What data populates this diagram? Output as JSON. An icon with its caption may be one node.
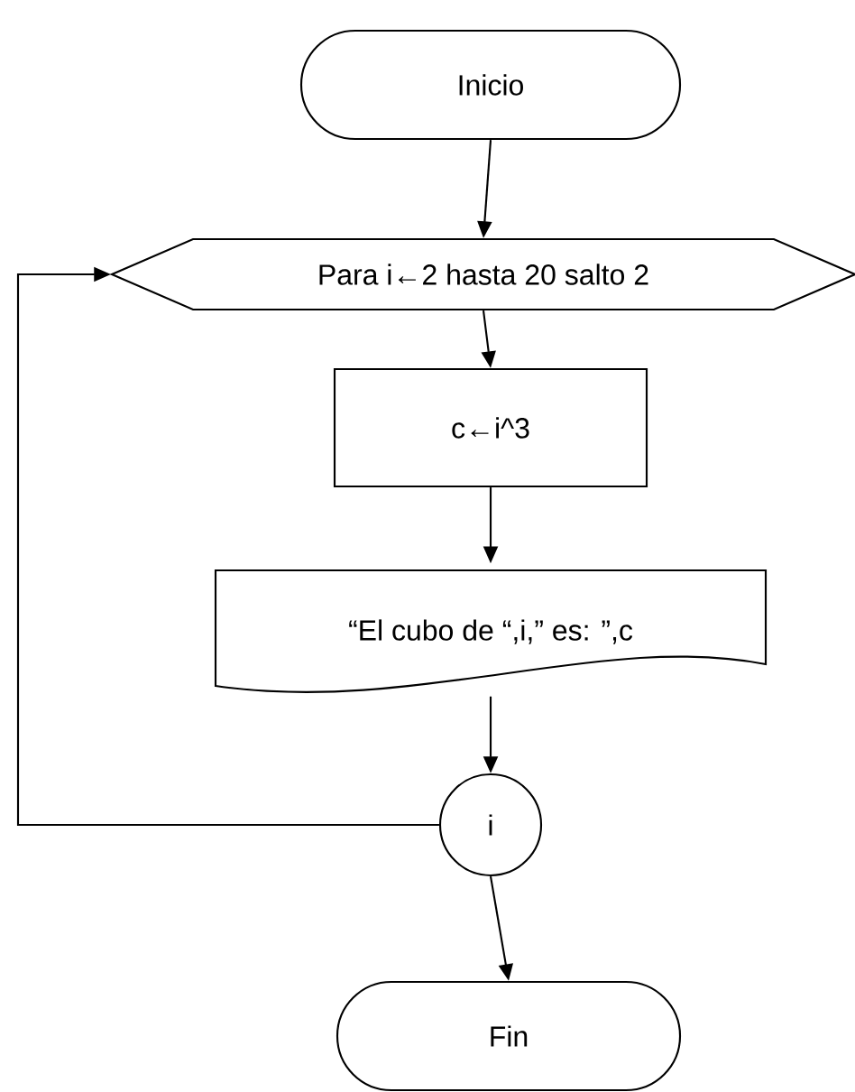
{
  "diagram": {
    "nodes": [
      {
        "text": [
          "Inicio"
        ]
      },
      {
        "text": [
          "Para i←2 hasta 20   salto 2"
        ]
      },
      {
        "text": [
          "c←i^3"
        ]
      },
      {
        "text": [
          "“El cubo de  “,i,” es: ”,c"
        ]
      },
      {
        "text": [
          "i"
        ]
      },
      {
        "text": [
          "Fin"
        ]
      }
    ],
    "edges": [
      {
        "from": 0,
        "to": 1,
        "arrow": "to"
      },
      {
        "from": 1,
        "to": 2,
        "arrow": "to"
      },
      {
        "from": 2,
        "to": 3,
        "arrow": "to"
      },
      {
        "from": 3,
        "to": 4,
        "arrow": "to"
      },
      {
        "from": 4,
        "to": 1,
        "arrow": "to"
      },
      {
        "from": 4,
        "to": 5,
        "arrow": "to"
      }
    ]
  }
}
